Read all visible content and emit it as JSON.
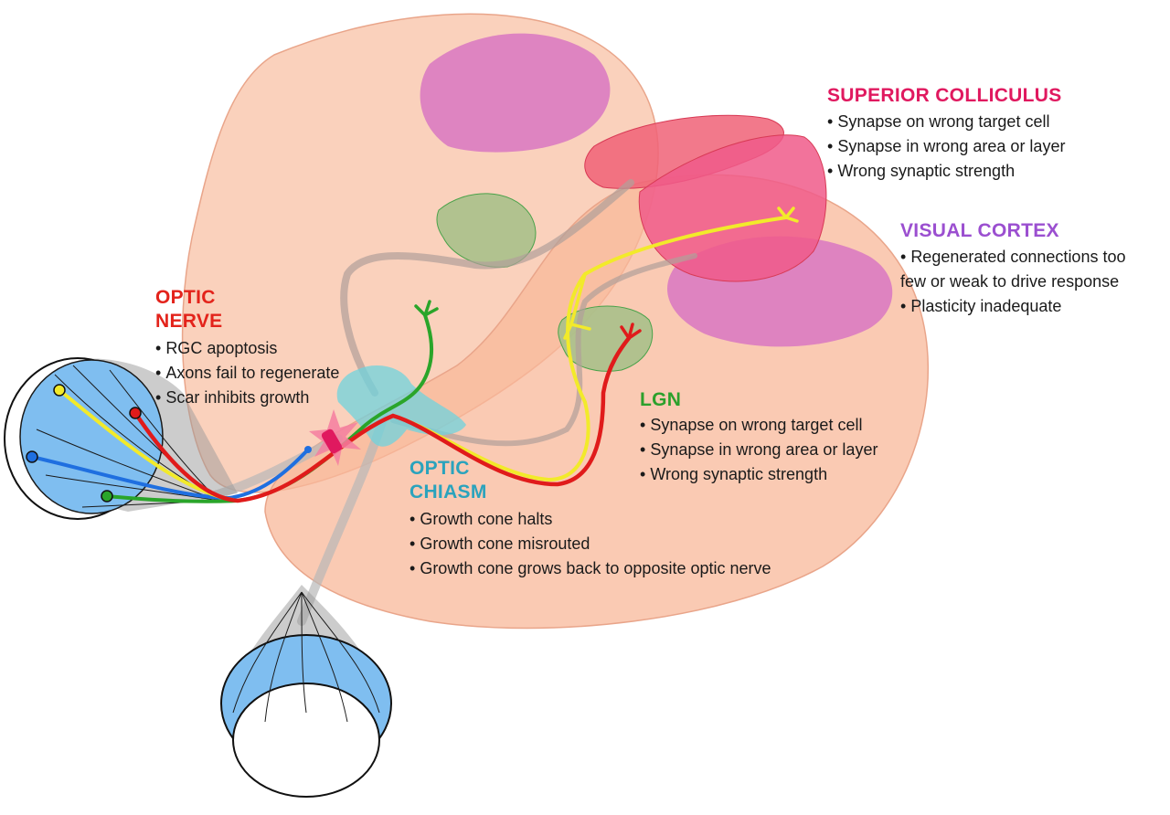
{
  "colors": {
    "optic_nerve": "#e3231b",
    "optic_chiasm": "#2aa3bd",
    "lgn": "#2ca02c",
    "superior_colliculus": "#e0195f",
    "visual_cortex": "#9b4fd0",
    "brain_fill": "#f8b89a",
    "eye_blue": "#6fb6ea",
    "axon_red": "#e01b1b",
    "axon_yellow": "#f2ea2a",
    "axon_green": "#2aa52a",
    "axon_blue": "#1f6fe0"
  },
  "labels": {
    "optic_nerve": {
      "title_line1": "OPTIC",
      "title_line2": "NERVE",
      "items": [
        "RGC apoptosis",
        "Axons fail to regenerate",
        "Scar inhibits growth"
      ]
    },
    "optic_chiasm": {
      "title_line1": "OPTIC",
      "title_line2": "CHIASM",
      "items": [
        "Growth cone halts",
        "Growth cone misrouted",
        "Growth cone grows back to opposite optic nerve"
      ]
    },
    "lgn": {
      "title": "LGN",
      "items": [
        "Synapse on wrong target cell",
        "Synapse in wrong area or layer",
        "Wrong synaptic strength"
      ]
    },
    "superior_colliculus": {
      "title": "SUPERIOR COLLICULUS",
      "items": [
        "Synapse on wrong target cell",
        "Synapse in wrong area or layer",
        "Wrong synaptic strength"
      ]
    },
    "visual_cortex": {
      "title": "VISUAL CORTEX",
      "item1_line1": "Regenerated connections too",
      "item1_line2": "few or weak to drive response",
      "item2": "Plasticity inadequate"
    }
  }
}
